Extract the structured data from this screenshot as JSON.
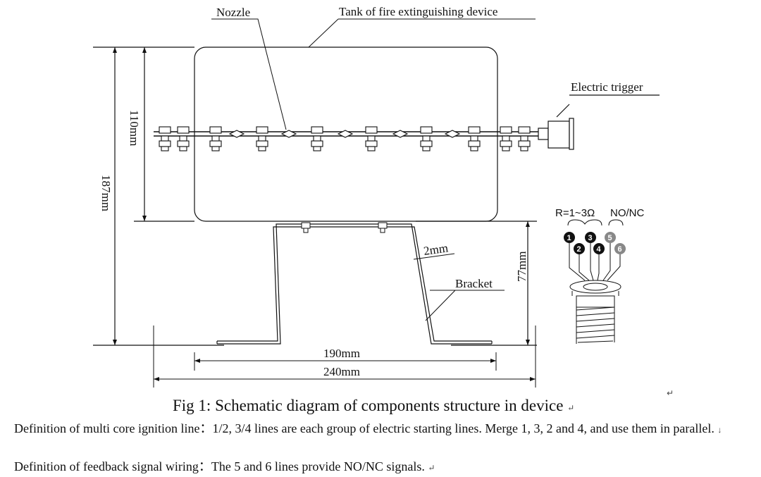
{
  "labels": {
    "nozzle": "Nozzle",
    "tank": "Tank of fire extinguishing device",
    "trigger": "Electric trigger",
    "bracket": "Bracket",
    "thickness": "2mm"
  },
  "dimensions": {
    "tank_height": "110mm",
    "total_height": "187mm",
    "bracket_height": "77mm",
    "inner_width": "190mm",
    "outer_width": "240mm"
  },
  "wiring": {
    "resistance": "R=1~3Ω",
    "signal": "NO/NC",
    "wires": [
      "1",
      "2",
      "3",
      "4",
      "5",
      "6"
    ]
  },
  "caption": "Fig 1: Schematic diagram of components structure in device",
  "paragraphs": {
    "ignition": "Definition of multi core ignition line：1/2, 3/4 lines are each group of electric starting lines. Merge 1, 3, 2 and 4, and use them in parallel.",
    "feedback": "Definition of feedback signal wiring：The 5 and 6 lines provide NO/NC signals."
  },
  "marks": {
    "return": "↵",
    "down": "↓"
  }
}
